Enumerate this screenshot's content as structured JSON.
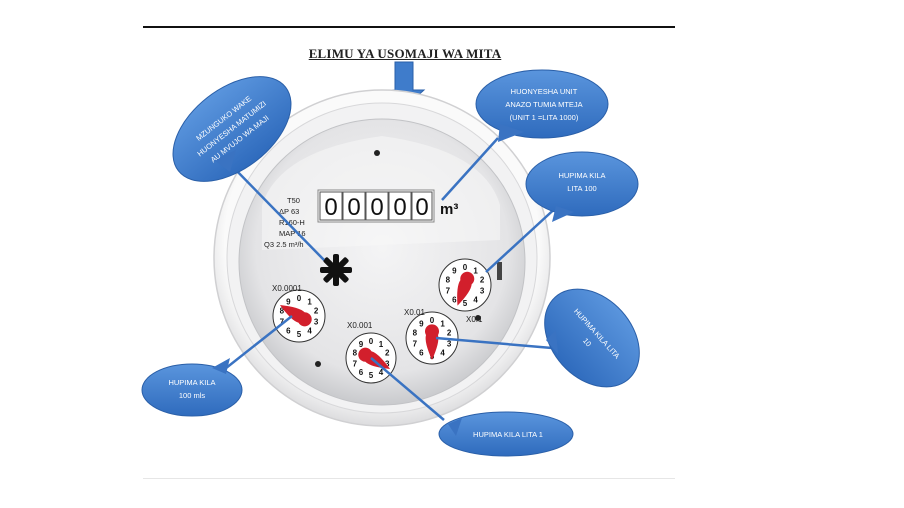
{
  "title": "ELIMU YA USOMAJI WA MITA",
  "counter": {
    "digits": [
      "0",
      "0",
      "0",
      "0",
      "0"
    ],
    "unit": "m³"
  },
  "meter_specs": {
    "line1": "T50",
    "line2": "ΔP 63",
    "line3": "R160-H",
    "line4": "MAP 16",
    "line5": "Q3 2.5 m³/h"
  },
  "dials": {
    "d1": {
      "label": "X0.0001",
      "numbers": [
        "0",
        "1",
        "2",
        "3",
        "4",
        "5",
        "6",
        "7",
        "8",
        "9"
      ]
    },
    "d2": {
      "label": "X0.001",
      "numbers": [
        "0",
        "1",
        "2",
        "3",
        "4",
        "5",
        "6",
        "7",
        "8",
        "9"
      ]
    },
    "d3": {
      "label": "X0.01",
      "numbers": [
        "0",
        "1",
        "2",
        "3",
        "4",
        "5",
        "6",
        "7",
        "8",
        "9"
      ]
    },
    "d4": {
      "label": "X0.1",
      "numbers": [
        "0",
        "1",
        "2",
        "3",
        "4",
        "5",
        "6",
        "7",
        "8",
        "9"
      ]
    }
  },
  "callouts": {
    "rotation": [
      "MZUNGUKO WAKE",
      "HUONYESHA MATUMIZI",
      "AU MVUJO WA MAJI"
    ],
    "units": [
      "HUONYESHA UNIT",
      "ANAZO TUMIA MTEJA",
      "(UNIT 1 =LITA 1000)"
    ],
    "lita100": [
      "HUPIMA KILA",
      "LITA 100"
    ],
    "lita10": [
      "HUPIMA KILA LITA",
      "10"
    ],
    "lita1": [
      "HUPIMA KILA LITA 1"
    ],
    "mls100": [
      "HUPIMA KILA",
      "100 mls"
    ]
  },
  "colors": {
    "callout_blue": "#3f7ccb",
    "pointer_red": "#d21f2c",
    "meter_body": "#e9e9eb",
    "background": "#ffffff"
  }
}
